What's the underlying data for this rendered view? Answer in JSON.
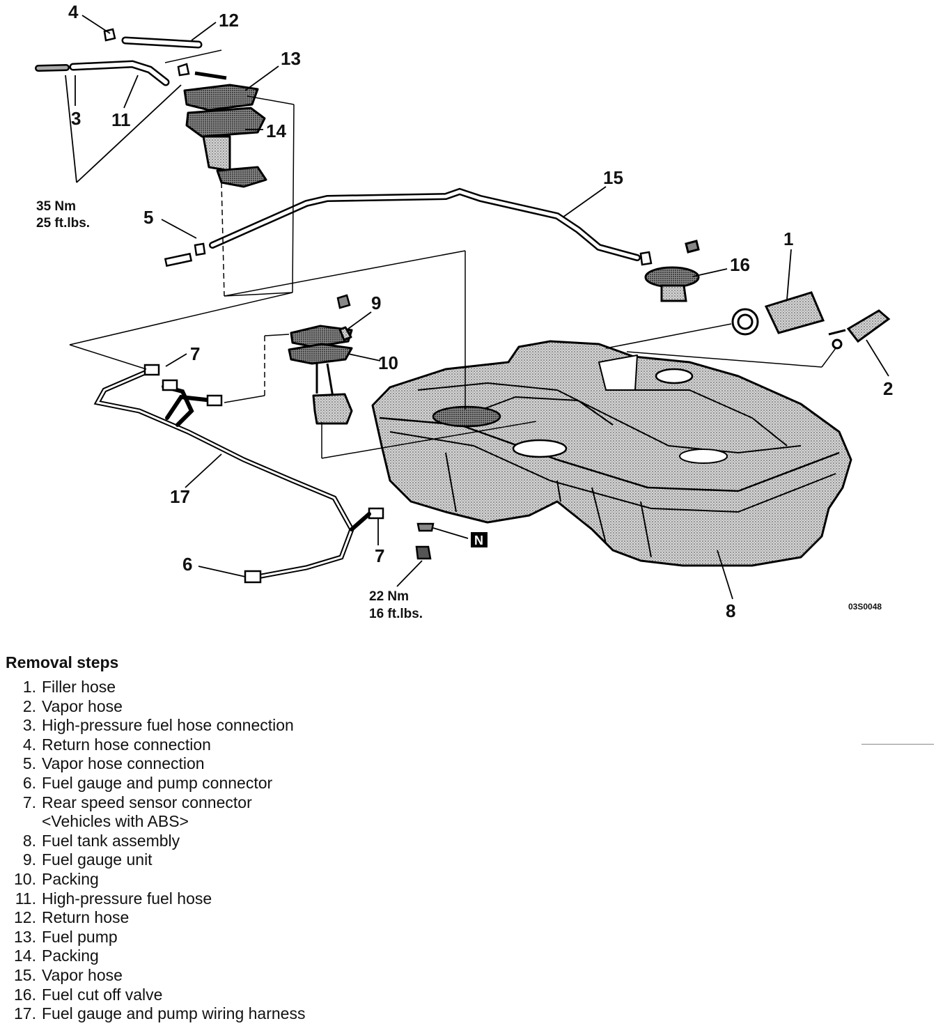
{
  "diagram": {
    "figure_id": "03S0048",
    "callouts": {
      "c1": "1",
      "c2": "2",
      "c3": "3",
      "c4": "4",
      "c5": "5",
      "c6": "6",
      "c7a": "7",
      "c7b": "7",
      "c8": "8",
      "c9": "9",
      "c10": "10",
      "c11": "11",
      "c12": "12",
      "c13": "13",
      "c14": "14",
      "c15": "15",
      "c16": "16",
      "c17": "17"
    },
    "torque_upper": {
      "nm": "35 Nm",
      "ftlbs": "25 ft.lbs."
    },
    "torque_lower": {
      "nm": "22 Nm",
      "ftlbs": "16 ft.lbs."
    },
    "badge": "N"
  },
  "steps": {
    "title": "Removal steps",
    "items": [
      {
        "num": "1.",
        "text": "Filler hose"
      },
      {
        "num": "2.",
        "text": "Vapor hose"
      },
      {
        "num": "3.",
        "text": "High-pressure fuel hose connection"
      },
      {
        "num": "4.",
        "text": "Return hose connection"
      },
      {
        "num": "5.",
        "text": "Vapor hose connection"
      },
      {
        "num": "6.",
        "text": "Fuel gauge and pump connector"
      },
      {
        "num": "7.",
        "text": "Rear speed sensor connector"
      },
      {
        "num": "",
        "text": "<Vehicles with ABS>"
      },
      {
        "num": "8.",
        "text": "Fuel tank assembly"
      },
      {
        "num": "9.",
        "text": "Fuel gauge unit"
      },
      {
        "num": "10.",
        "text": "Packing"
      },
      {
        "num": "11.",
        "text": "High-pressure fuel hose"
      },
      {
        "num": "12.",
        "text": "Return hose"
      },
      {
        "num": "13.",
        "text": "Fuel pump"
      },
      {
        "num": "14.",
        "text": "Packing"
      },
      {
        "num": "15.",
        "text": "Vapor hose"
      },
      {
        "num": "16.",
        "text": "Fuel cut off valve"
      },
      {
        "num": "17.",
        "text": "Fuel gauge and pump wiring harness"
      }
    ]
  }
}
